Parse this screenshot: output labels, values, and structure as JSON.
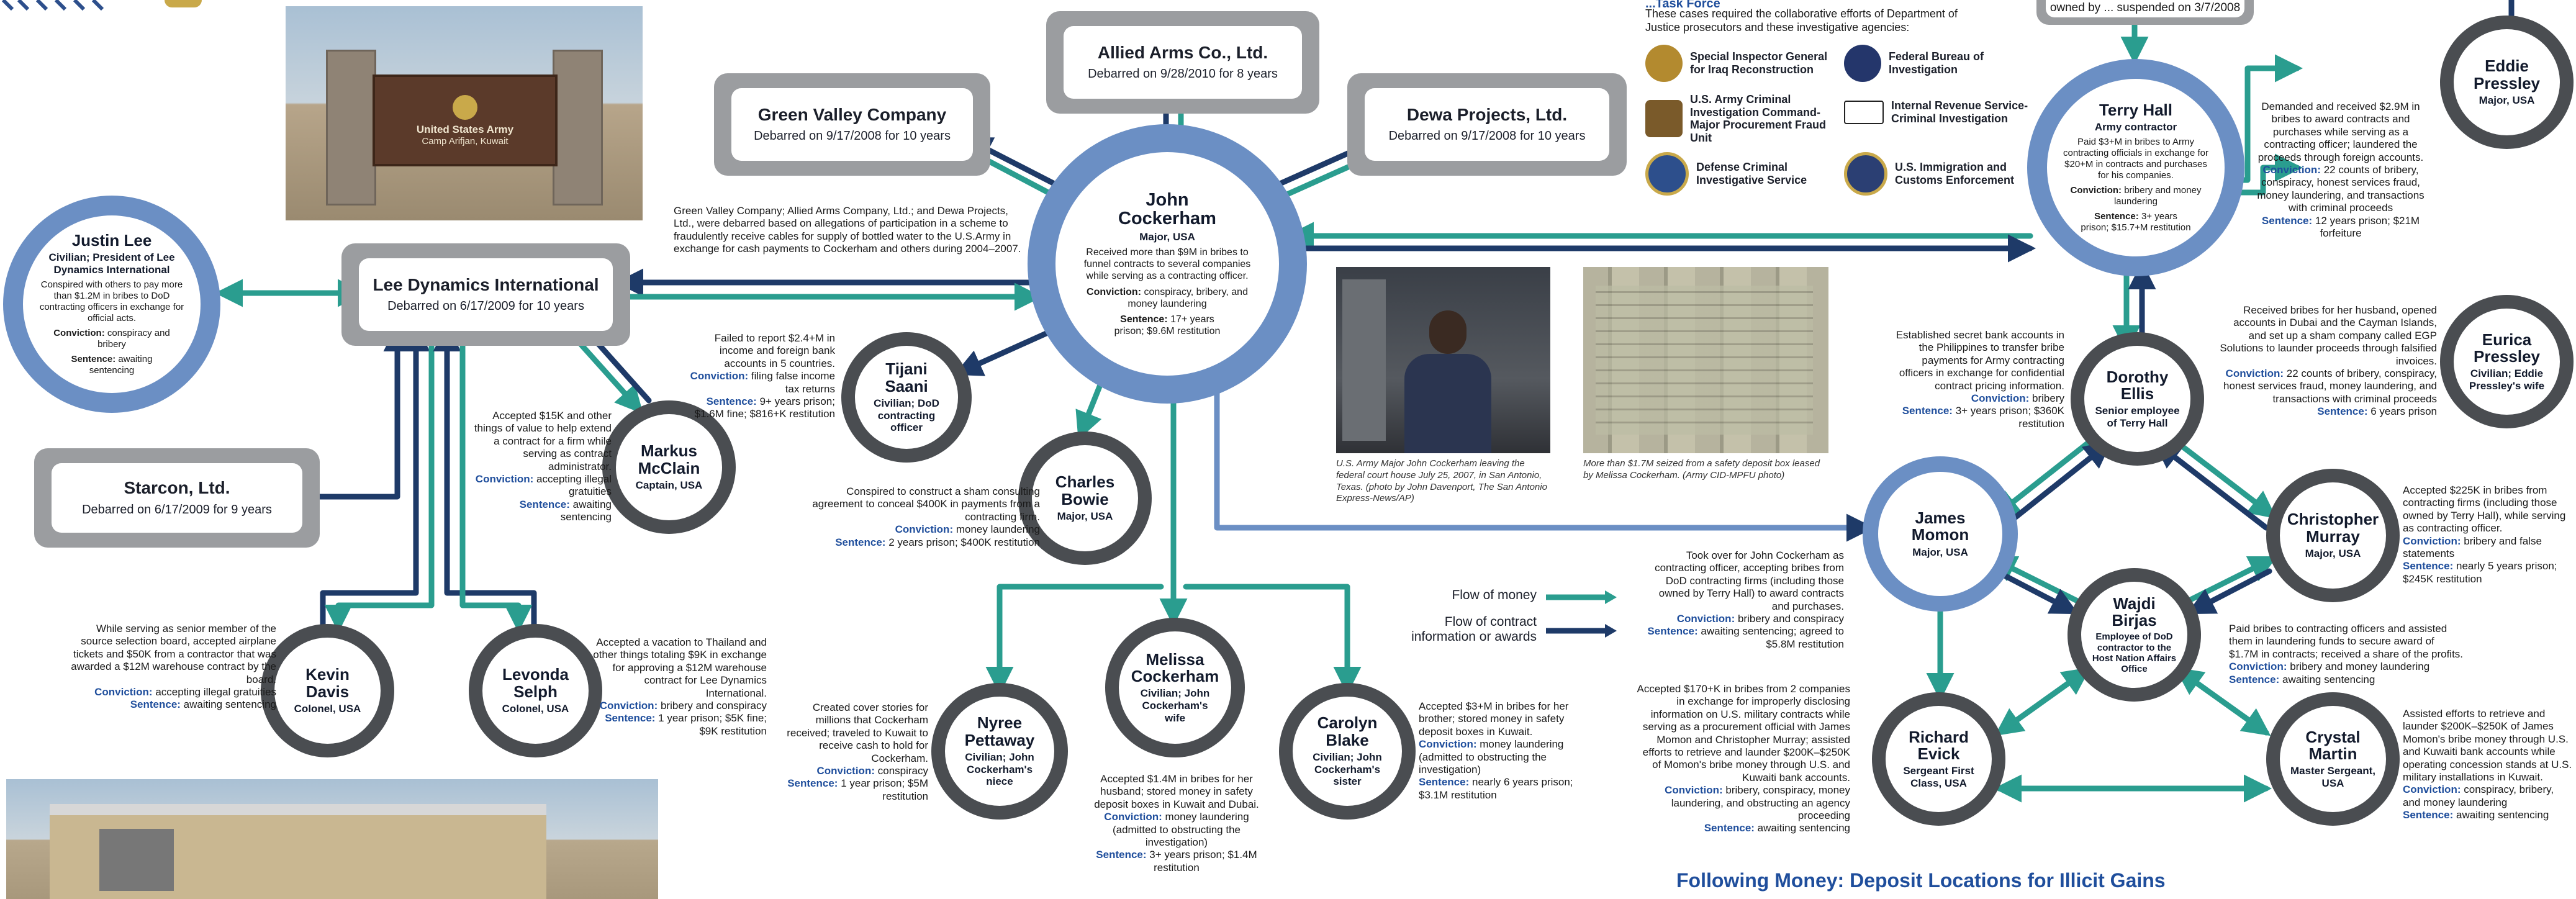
{
  "header": {
    "task_force_partial": "...Task Force",
    "intro": "These cases required the collaborative efforts of Department of Justice prosecutors and these investigative agencies:",
    "top_partial_text": "owned by ... suspended on 3/7/2008"
  },
  "agencies": [
    {
      "name": "Special Inspector General for Iraq Reconstruction",
      "icon": "sigir-seal-icon",
      "color": "#b38a2f"
    },
    {
      "name": "Federal Bureau of Investigation",
      "icon": "fbi-seal-icon",
      "color": "#24366b"
    },
    {
      "name": "U.S. Army Criminal Investigation Command-Major Procurement Fraud Unit",
      "icon": "army-cid-badge-icon",
      "color": "#7a5a2a"
    },
    {
      "name": "Internal Revenue Service-Criminal Investigation",
      "icon": "irs-logo-icon",
      "color": "#222222"
    },
    {
      "name": "Defense Criminal Investigative Service",
      "icon": "dcis-seal-icon",
      "color": "#2d4f8c"
    },
    {
      "name": "U.S. Immigration and Customs Enforcement",
      "icon": "ice-seal-icon",
      "color": "#2b3f73"
    }
  ],
  "companies": {
    "allied": {
      "name": "Allied Arms Co., Ltd.",
      "debarred": "Debarred on 9/28/2010 for 8 years"
    },
    "green_valley": {
      "name": "Green Valley Company",
      "debarred": "Debarred on 9/17/2008 for 10 years"
    },
    "dewa": {
      "name": "Dewa Projects, Ltd.",
      "debarred": "Debarred on 9/17/2008 for 10 years"
    },
    "lee_dynamics": {
      "name": "Lee Dynamics International",
      "debarred": "Debarred on 6/17/2009 for 10 years"
    },
    "starcon": {
      "name": "Starcon, Ltd.",
      "debarred": "Debarred on 6/17/2009 for 9 years"
    }
  },
  "companies_note": "Green Valley Company; Allied Arms Company, Ltd.; and Dewa Projects, Ltd., were debarred based on allegations of participation in a scheme to fraudulently receive cables for supply of bottled water to the U.S.Army in exchange for cash payments to Cockerham and others during 2004–2007.",
  "people": {
    "john": {
      "name": "John Cockerham",
      "role": "Major, USA",
      "text": "Received more than $9M in bribes to funnel contracts to several companies while serving as a contracting officer.",
      "conviction": "conspiracy, bribery, and money laundering",
      "sentence": "17+ years prison; $9.6M restitution"
    },
    "terry": {
      "name": "Terry Hall",
      "role": "Army contractor",
      "text": "Paid $3+M in bribes to Army contracting officials in exchange for $20+M in contracts and purchases for his companies.",
      "conviction": "bribery and money laundering",
      "sentence": "3+ years prison; $15.7+M restitution"
    },
    "eddie": {
      "name": "Eddie Pressley",
      "role": "Major, USA"
    },
    "eurica": {
      "name": "Eurica Pressley",
      "role": "Civilian; Eddie Pressley's wife"
    },
    "justin": {
      "name": "Justin Lee",
      "role": "Civilian; President of Lee Dynamics International",
      "text": "Conspired with others to pay more than $1.2M in bribes to DoD contracting officers in exchange for official acts.",
      "conviction": "conspiracy and bribery",
      "sentence": "awaiting sentencing"
    },
    "tijani": {
      "name": "Tijani Saani",
      "role": "Civilian; DoD contracting officer"
    },
    "markus": {
      "name": "Markus McClain",
      "role": "Captain, USA"
    },
    "charles": {
      "name": "Charles Bowie",
      "role": "Major, USA"
    },
    "dorothy": {
      "name": "Dorothy Ellis",
      "role": "Senior employee of Terry Hall"
    },
    "james": {
      "name": "James Momon",
      "role": "Major, USA"
    },
    "christopher": {
      "name": "Christopher Murray",
      "role": "Major, USA"
    },
    "wajdi": {
      "name": "Wajdi Birjas",
      "role": "Employee of DoD contractor to the Host Nation Affairs Office"
    },
    "kevin": {
      "name": "Kevin Davis",
      "role": "Colonel, USA"
    },
    "levonda": {
      "name": "Levonda Selph",
      "role": "Colonel, USA"
    },
    "nyree": {
      "name": "Nyree Pettaway",
      "role": "Civilian; John Cockerham's niece"
    },
    "melissa": {
      "name": "Melissa Cockerham",
      "role": "Civilian; John Cockerham's wife"
    },
    "carolyn": {
      "name": "Carolyn Blake",
      "role": "Civilian; John Cockerham's sister"
    },
    "richard": {
      "name": "Richard Evick",
      "role": "Sergeant First Class, USA"
    },
    "crystal": {
      "name": "Crystal Martin",
      "role": "Master Sergeant, USA"
    }
  },
  "labels": {
    "conviction": "Conviction:",
    "sentence": "Sentence:"
  },
  "descriptions": {
    "eddie": {
      "text": "Demanded and received $2.9M in bribes to award contracts and purchases while serving as a contracting officer; laundered the proceeds through foreign accounts.",
      "conviction": "22 counts of bribery, conspiracy, honest services fraud, money laundering, and transactions with criminal proceeds",
      "sentence": "12 years prison; $21M forfeiture"
    },
    "eurica": {
      "text": "Received bribes for her husband, opened accounts in Dubai and the Cayman Islands, and set up a sham company called EGP Solutions to launder proceeds through falsified invoices.",
      "conviction": "22 counts of bribery, conspiracy, honest services fraud, money laundering, and transactions with criminal proceeds",
      "sentence": "6 years prison"
    },
    "tijani": {
      "text": "Failed to report $2.4+M in income and foreign bank accounts in 5 countries.",
      "conviction": "filing false income tax returns",
      "sentence": "9+ years prison; $1.6M fine; $816+K restitution"
    },
    "markus": {
      "text": "Accepted $15K and other things of value to help extend a contract for a firm while serving as contract administrator.",
      "conviction": "accepting illegal gratuities",
      "sentence": "awaiting sentencing"
    },
    "charles": {
      "text": "Conspired to construct a sham consulting agreement to conceal $400K in payments from a contracting firm.",
      "conviction": "money laundering",
      "sentence": "2 years prison; $400K restitution"
    },
    "dorothy": {
      "text": "Established secret bank accounts in the Philippines to transfer bribe payments for Army contracting officers in exchange for confidential contract pricing information.",
      "conviction": "bribery",
      "sentence": "3+ years prison; $360K restitution"
    },
    "james": {
      "text": "Took over for John Cockerham as contracting officer, accepting bribes from DoD contracting firms (including those owned by Terry Hall) to award contracts and purchases.",
      "conviction": "bribery and conspiracy",
      "sentence": "awaiting sentencing; agreed to $5.8M restitution"
    },
    "christopher": {
      "text": "Accepted $225K in bribes from contracting firms (including those owned by Terry Hall), while serving as contracting officer.",
      "conviction": "bribery and false statements",
      "sentence": "nearly 5 years prison; $245K restitution"
    },
    "wajdi": {
      "text": "Paid bribes to contracting officers and assisted them in laundering funds to secure award of $1.7M in contracts; received a share of the profits.",
      "conviction": "bribery and money laundering",
      "sentence": "awaiting sentencing"
    },
    "kevin": {
      "text": "While serving as senior member of the source selection board, accepted airplane tickets and $50K from a contractor that was awarded a $12M warehouse contract by the board.",
      "conviction": "accepting illegal gratuities",
      "sentence": "awaiting sentencing"
    },
    "levonda": {
      "text": "Accepted a vacation to Thailand and other things totaling $9K in exchange for approving a $12M warehouse contract for Lee Dynamics International.",
      "conviction": "bribery and conspiracy",
      "sentence": "1 year prison; $5K fine; $9K restitution"
    },
    "nyree": {
      "text": "Created cover stories for millions that Cockerham received; traveled to Kuwait to receive cash to hold for Cockerham.",
      "conviction": "conspiracy",
      "sentence": "1 year prison; $5M restitution"
    },
    "melissa": {
      "text": "Accepted $1.4M in bribes for her husband; stored money in safety deposit boxes in Kuwait and Dubai.",
      "conviction": "money laundering (admitted to obstructing the investigation)",
      "sentence": "3+ years prison; $1.4M restitution"
    },
    "carolyn": {
      "text": "Accepted $3+M in bribes for her brother; stored money in safety deposit boxes in Kuwait.",
      "conviction": "money laundering (admitted to obstructing the investigation)",
      "sentence": "nearly 6 years prison; $3.1M restitution"
    },
    "richard": {
      "text": "Accepted $170+K in bribes from 2 companies in exchange for improperly disclosing information on U.S. military contracts while serving as a procurement official with James Momon and Christopher Murray; assisted efforts to retrieve and launder $200K–$250K of Momon's bribe money through U.S. and Kuwaiti bank accounts.",
      "conviction": "bribery, conspiracy, money laundering, and obstructing an agency proceeding",
      "sentence": "awaiting sentencing"
    },
    "crystal": {
      "text": "Assisted efforts to retrieve and launder $200K–$250K of James Momon's bribe money through U.S. and Kuwaiti bank accounts while operating concession stands at U.S. military installations in Kuwait.",
      "conviction": "conspiracy, bribery, and money laundering",
      "sentence": "awaiting sentencing"
    }
  },
  "photos": {
    "sign": {
      "sign_line1": "United States Army",
      "sign_line2": "Camp Arifjan, Kuwait"
    },
    "cockerham_caption": "U.S. Army Major John Cockerham leaving the federal court house July 25, 2007, in San Antonio, Texas. (photo by John Davenport, The San Antonio Express-News/AP)",
    "cash_caption": "More than $1.7M seized from a safety deposit box leased by Melissa Cockerham. (Army CID-MPFU photo)"
  },
  "legend": {
    "money": "Flow of money",
    "contract": "Flow of contract information or awards",
    "money_color": "#2a9d8f",
    "contract_color": "#1e3a68"
  },
  "bottom_title": "Following Money: Deposit Locations for Illicit Gains",
  "colors": {
    "money": "#2a9d8f",
    "contract": "#1e3a68",
    "ring_dark": "#4a4d51",
    "ring_blue": "#6b8fc4",
    "label_blue": "#1f4e9c",
    "box_gray": "#9b9da0"
  }
}
